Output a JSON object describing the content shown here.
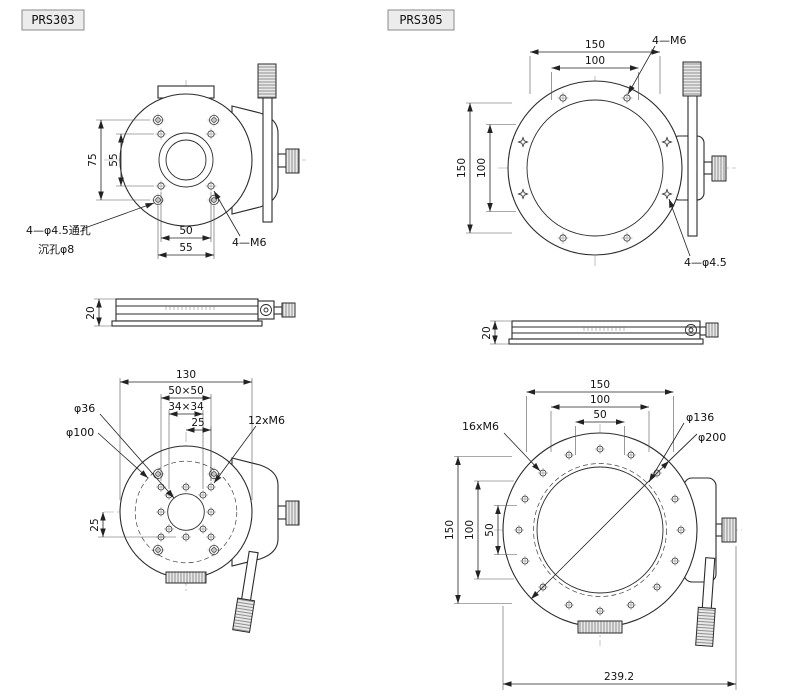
{
  "labels": {
    "prs303": "PRS303",
    "prs305": "PRS305"
  },
  "prs303": {
    "top": {
      "d75": "75",
      "d55v": "55",
      "d50": "50",
      "d55h": "55",
      "hole_note_line1": "4—φ4.5通孔",
      "hole_note_line2": "沉孔φ8",
      "m6_note": "4—M6"
    },
    "side": {
      "d20": "20"
    },
    "bottom": {
      "d130": "130",
      "d50x50": "50×50",
      "d34x34": "34×34",
      "d25t": "25",
      "d25l": "25",
      "phi36": "φ36",
      "phi100": "φ100",
      "m6_note": "12xM6"
    }
  },
  "prs305": {
    "top": {
      "d150t": "150",
      "d100t": "100",
      "d150l": "150",
      "d100l": "100",
      "m6_note": "4—M6",
      "phi45_note": "4—φ4.5"
    },
    "side": {
      "d20": "20"
    },
    "bottom": {
      "d150t": "150",
      "d100t": "100",
      "d50t": "50",
      "d150l": "150",
      "d100l": "100",
      "d50l": "50",
      "m6_note": "16xM6",
      "phi136": "φ136",
      "phi200": "φ200",
      "d2392": "239.2"
    }
  }
}
